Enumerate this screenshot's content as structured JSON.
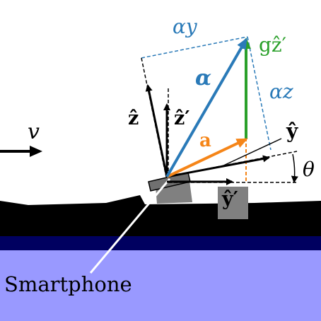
{
  "labels": {
    "velocity": "v",
    "alpha_y": "αy",
    "alpha_z": "αz",
    "alpha": "α",
    "gravity": "gẑ′",
    "accel": "a",
    "z_hat": "ẑ",
    "z_hat_prime": "ẑ′",
    "y_hat": "ŷ",
    "y_hat_prime": "ŷ′",
    "theta": "θ",
    "smartphone": "Smartphone"
  },
  "colors": {
    "alpha_vector": "#2a7ab8",
    "gravity_vector": "#2aa02a",
    "accel_vector": "#f58518",
    "road": "#000000",
    "road_base": "#000060",
    "ground": "#9999ff",
    "phone_mount": "#808080",
    "axis": "#000000"
  }
}
